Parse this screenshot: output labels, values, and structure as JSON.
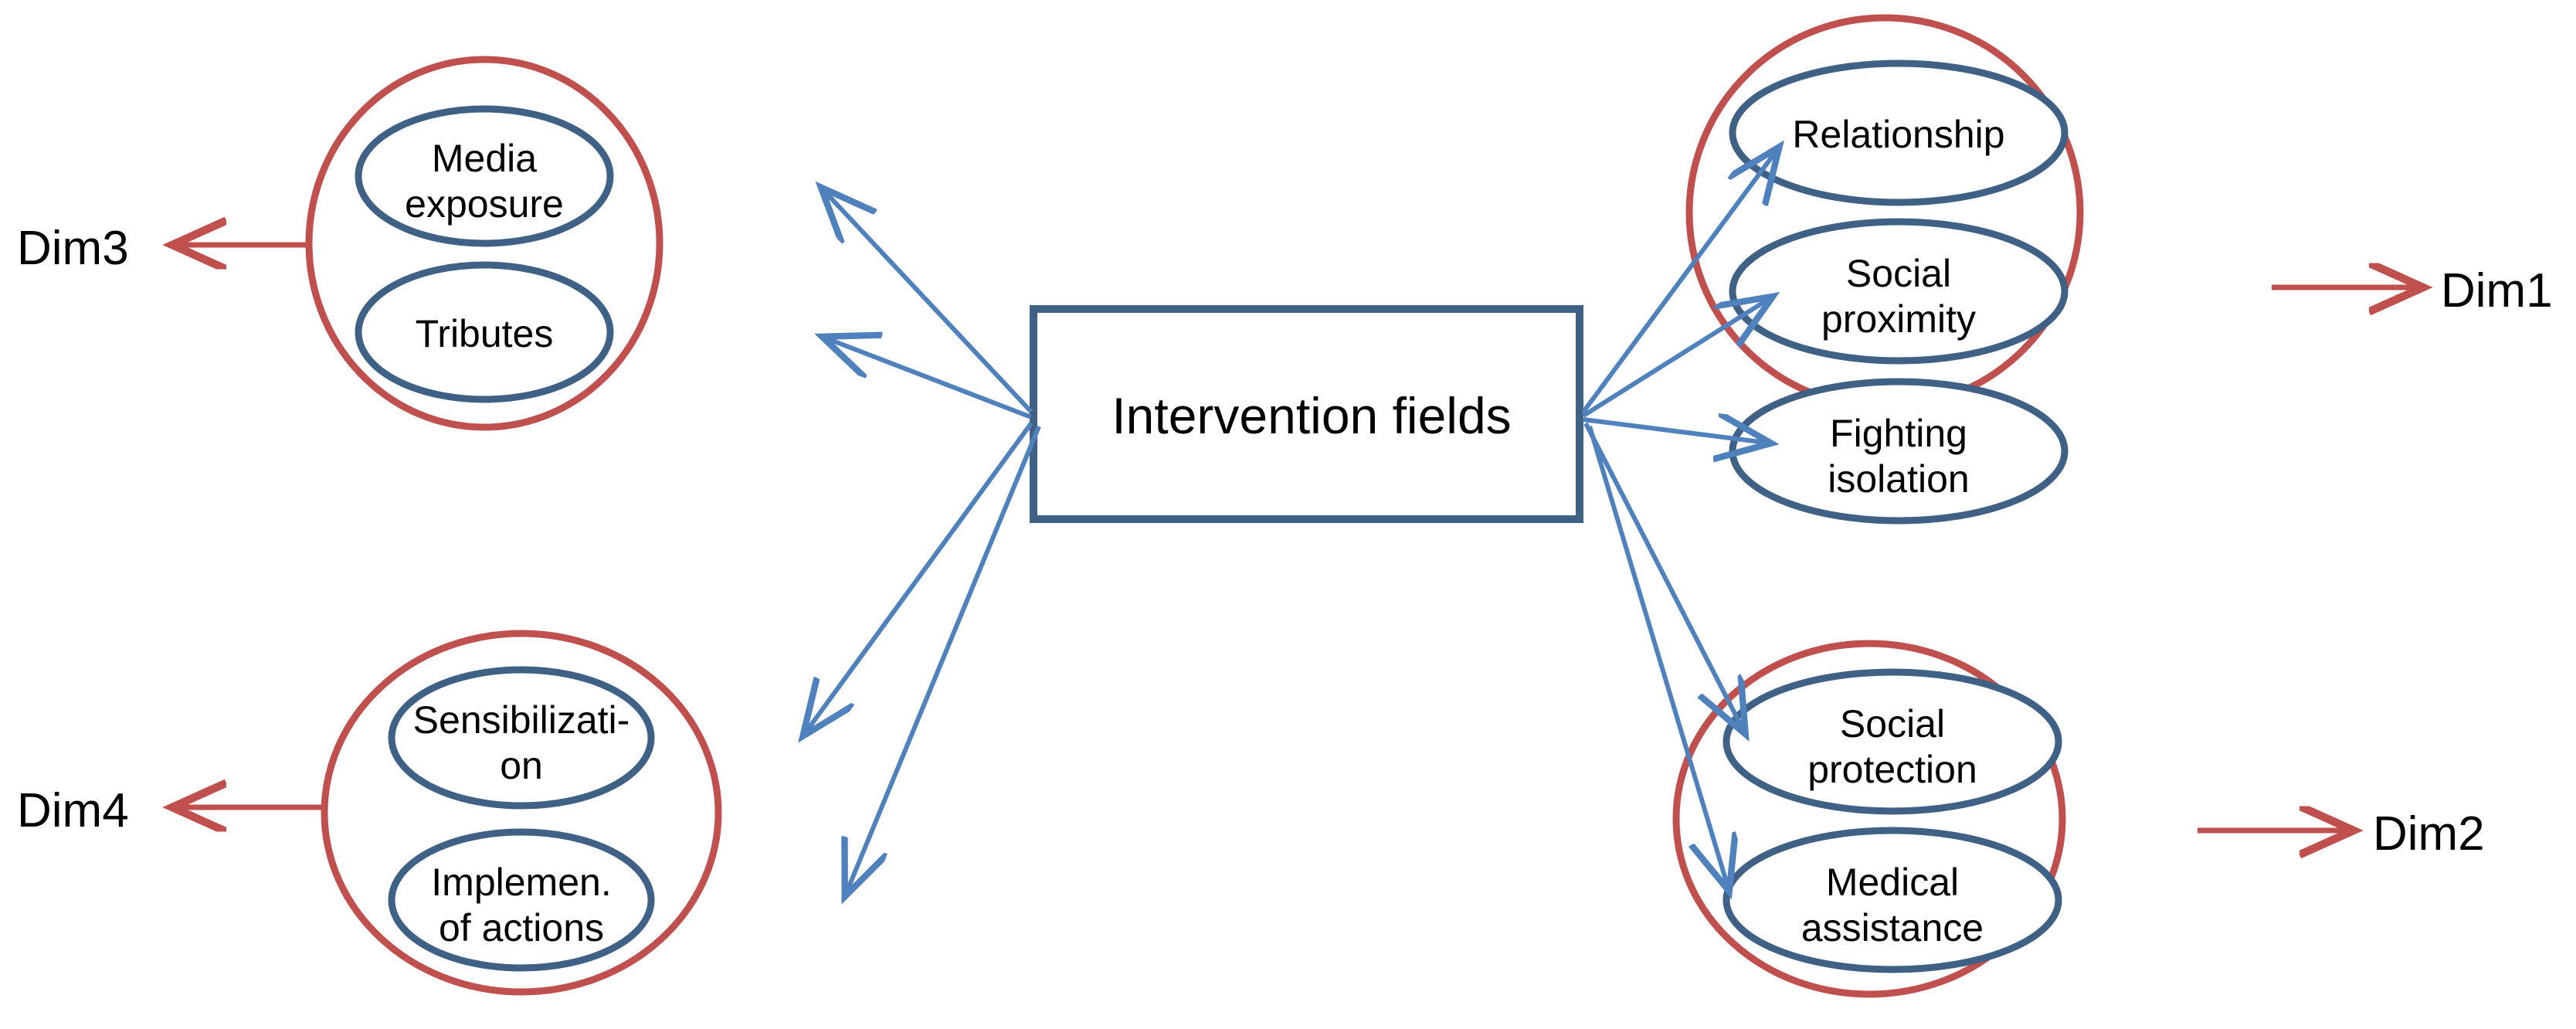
{
  "diagram": {
    "title_node": {
      "label": "Intervention fields"
    },
    "colors": {
      "group_outline": "#C0504D",
      "node_outline": "#3F6185",
      "arrow_blue": "#4F81BD",
      "arrow_red": "#C0504D",
      "text": "#000000",
      "background": "#FFFFFF"
    },
    "groups": [
      {
        "id": "dim3",
        "dim_label": "Dim3",
        "arrow_direction": "left",
        "nodes": [
          {
            "label": "Media\nexposure"
          },
          {
            "label": "Tributes"
          }
        ]
      },
      {
        "id": "dim4",
        "dim_label": "Dim4",
        "arrow_direction": "left",
        "nodes": [
          {
            "label": "Sensibilizati-\non"
          },
          {
            "label": "Implemen.\nof actions"
          }
        ]
      },
      {
        "id": "dim1",
        "dim_label": "Dim1",
        "arrow_direction": "right",
        "nodes": [
          {
            "label": "Relationship"
          },
          {
            "label": "Social\nproximity"
          },
          {
            "label": "Fighting\nisolation"
          }
        ]
      },
      {
        "id": "dim2",
        "dim_label": "Dim2",
        "arrow_direction": "right",
        "nodes": [
          {
            "label": "Social\nprotection"
          },
          {
            "label": "Medical\nassistance"
          }
        ]
      }
    ]
  },
  "chart_data": {
    "type": "diagram",
    "title": "Intervention fields",
    "center_node": "Intervention fields",
    "edges": [
      {
        "from": "Intervention fields",
        "to": "Media exposure"
      },
      {
        "from": "Intervention fields",
        "to": "Tributes"
      },
      {
        "from": "Intervention fields",
        "to": "Sensibilization"
      },
      {
        "from": "Intervention fields",
        "to": "Implemen. of actions"
      },
      {
        "from": "Intervention fields",
        "to": "Relationship"
      },
      {
        "from": "Intervention fields",
        "to": "Social proximity"
      },
      {
        "from": "Intervention fields",
        "to": "Fighting isolation"
      },
      {
        "from": "Dim3 group",
        "to": "Dim3"
      },
      {
        "from": "Dim4 group",
        "to": "Dim4"
      },
      {
        "from": "Dim1 group",
        "to": "Dim1"
      },
      {
        "from": "Dim2 group",
        "to": "Dim2"
      }
    ],
    "groups": {
      "Dim3": [
        "Media exposure",
        "Tributes"
      ],
      "Dim4": [
        "Sensibilization",
        "Implemen. of actions"
      ],
      "Dim1": [
        "Relationship",
        "Social proximity",
        "Fighting isolation"
      ],
      "Dim2": [
        "Social protection",
        "Medical assistance"
      ]
    }
  }
}
